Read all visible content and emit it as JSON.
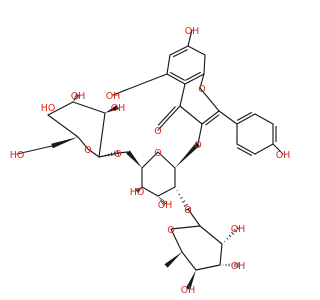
{
  "structure": {
    "atom_labels": {
      "oh_7": "OH",
      "oh_5": "OH",
      "o_keto": "O",
      "o_ring_c": "O",
      "o_glyc_3": "O",
      "oh_phenol": "OH",
      "o_gal_ring": "O",
      "o_link_6": "O",
      "o_glc_ring": "O",
      "ho_glc_6": "HO",
      "ho_glc_4": "HO",
      "oh_glc_3": "OH",
      "oh_glc_2": "OH",
      "ho_gal_4": "HO",
      "oh_gal_3": "OH",
      "o_link_2": "O",
      "o_rha_ring": "O",
      "oh_rha_2": "OH",
      "oh_rha_3": "OH",
      "oh_rha_4": "OH"
    },
    "colors": {
      "bond": "#1a1a1a",
      "heteroatom": "#e0261c",
      "background": "#ffffff"
    }
  }
}
